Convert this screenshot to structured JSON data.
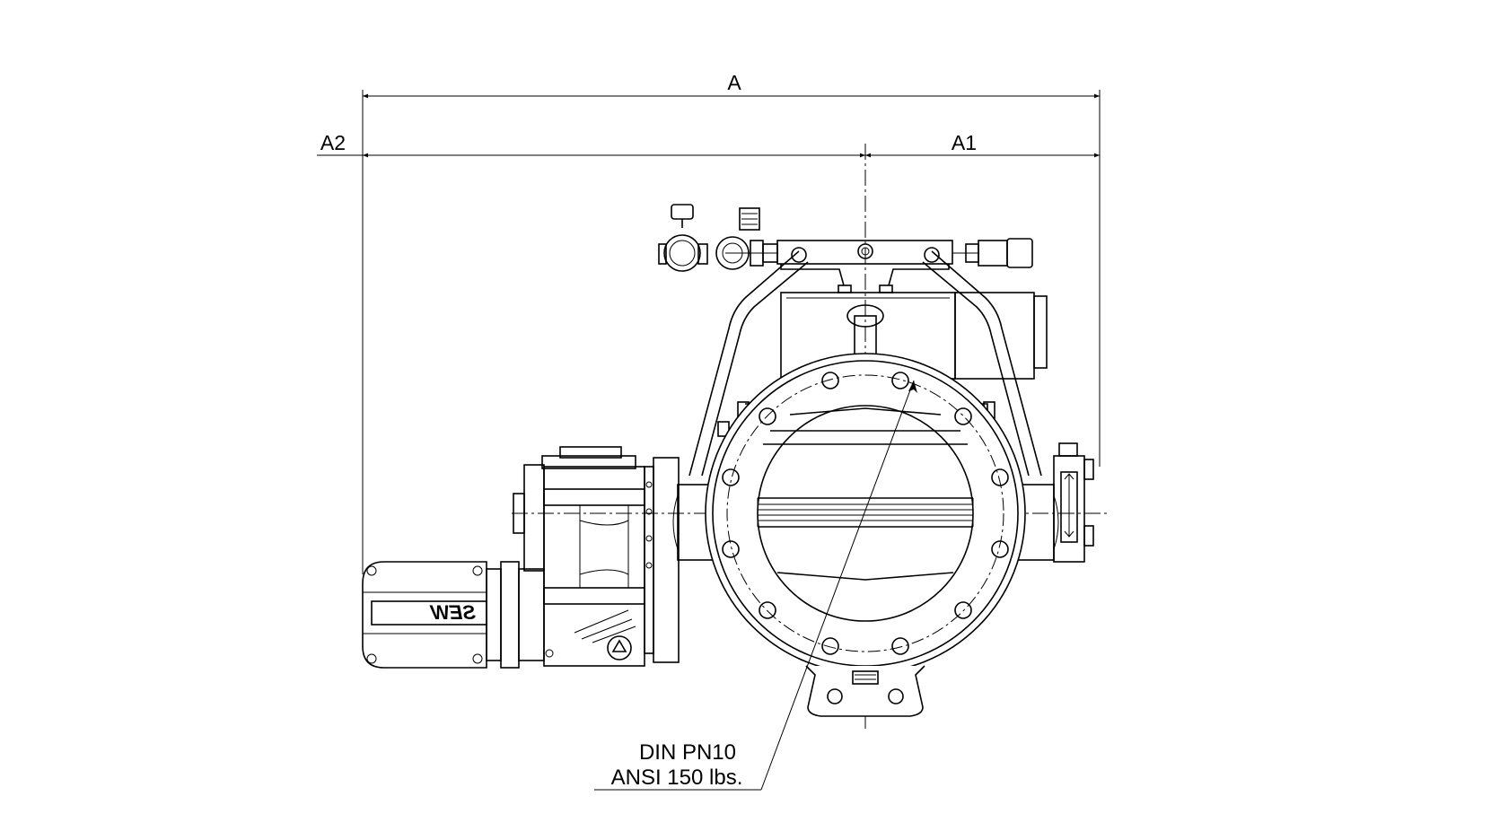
{
  "dimensions": {
    "overall_label": "A",
    "right_label": "A1",
    "left_label": "A2"
  },
  "motor": {
    "brand_text": "SEW"
  },
  "callout": {
    "line1": "DIN PN10",
    "line2": "ANSI 150 lbs."
  }
}
